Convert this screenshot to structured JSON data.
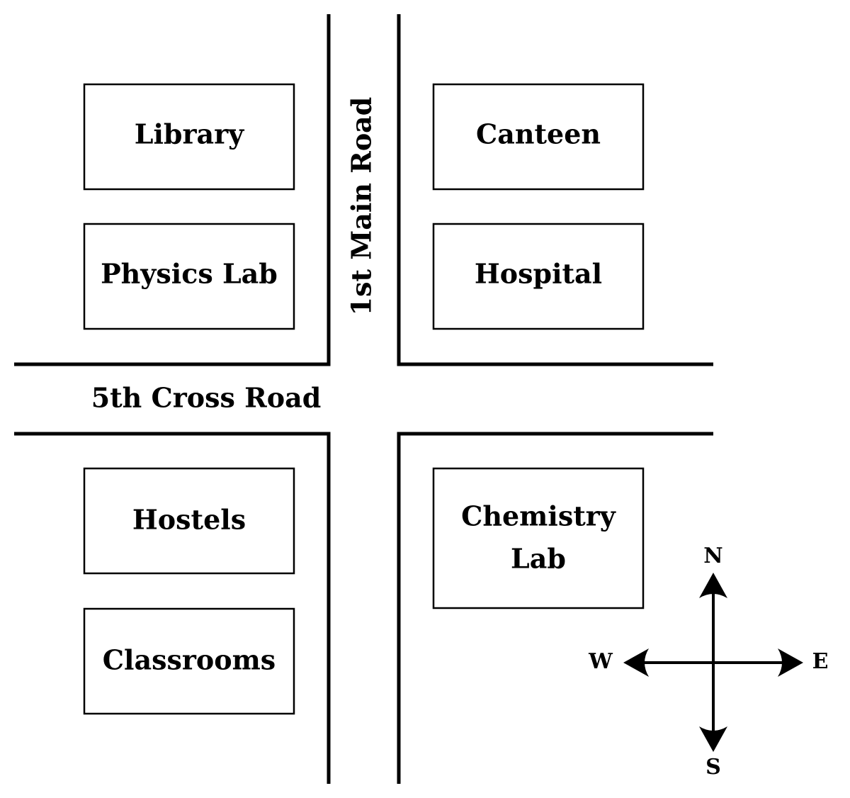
{
  "roads": {
    "main_road": "1st Main Road",
    "cross_road": "5th Cross Road"
  },
  "buildings": {
    "library": "Library",
    "physics_lab": "Physics Lab",
    "canteen": "Canteen",
    "hospital": "Hospital",
    "hostels": "Hostels",
    "classrooms": "Classrooms",
    "chemistry_lab_line1": "Chemistry",
    "chemistry_lab_line2": "Lab"
  },
  "compass": {
    "north": "N",
    "south": "S",
    "east": "E",
    "west": "W"
  }
}
